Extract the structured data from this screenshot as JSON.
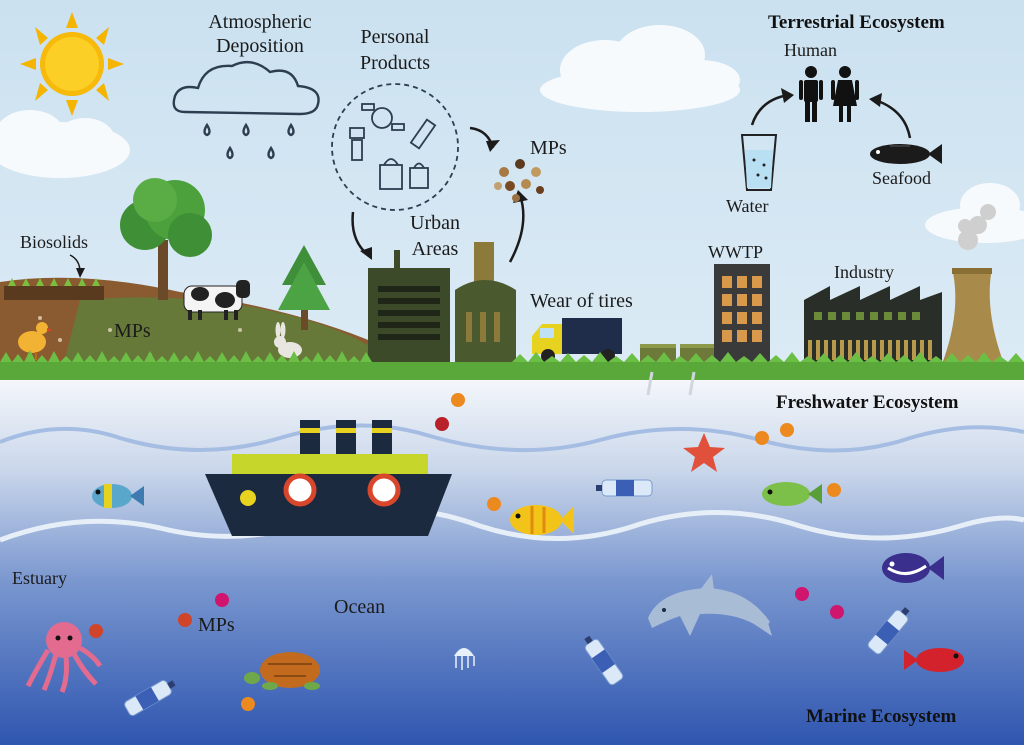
{
  "labels": {
    "atmospheric_deposition": "Atmospheric\nDeposition",
    "personal_products": "Personal\nProducts",
    "mps_top": "MPs",
    "urban_areas": "Urban\nAreas",
    "biosolids": "Biosolids",
    "mps_soil": "MPs",
    "wear_of_tires": "Wear of tires",
    "wwtp": "WWTP",
    "industry": "Industry",
    "human": "Human",
    "water": "Water",
    "seafood": "Seafood",
    "terrestrial_ecosystem": "Terrestrial Ecosystem",
    "freshwater_ecosystem": "Freshwater Ecosystem",
    "estuary": "Estuary",
    "mps_sea": "MPs",
    "ocean": "Ocean",
    "marine_ecosystem": "Marine Ecosystem"
  },
  "colors": {
    "sky": "#cfe3f1",
    "sea_top": "#f2f6fb",
    "sea_bottom": "#3a5fb5",
    "grass": "#5aa83a",
    "soil": "#8a5a30",
    "building_dark": "#3c4a2a",
    "factory": "#2b2f2a",
    "microplastic_orange": "#ec8a1f",
    "microplastic_red": "#b8202a",
    "microplastic_magenta": "#d0156e"
  },
  "icons": [
    "sun-icon",
    "rain-cloud-icon",
    "personal-products-icon",
    "microplastic-particles-icon",
    "tree-icon",
    "cow-icon",
    "chicken-icon",
    "rabbit-icon",
    "urban-buildings-icon",
    "truck-icon",
    "wwtp-building-icon",
    "factory-icon",
    "cooling-tower-icon",
    "water-glass-icon",
    "fish-icon",
    "human-icon",
    "ship-icon",
    "octopus-icon",
    "turtle-icon",
    "dolphin-icon",
    "starfish-icon",
    "jellyfish-icon",
    "plastic-bottle-icon"
  ]
}
